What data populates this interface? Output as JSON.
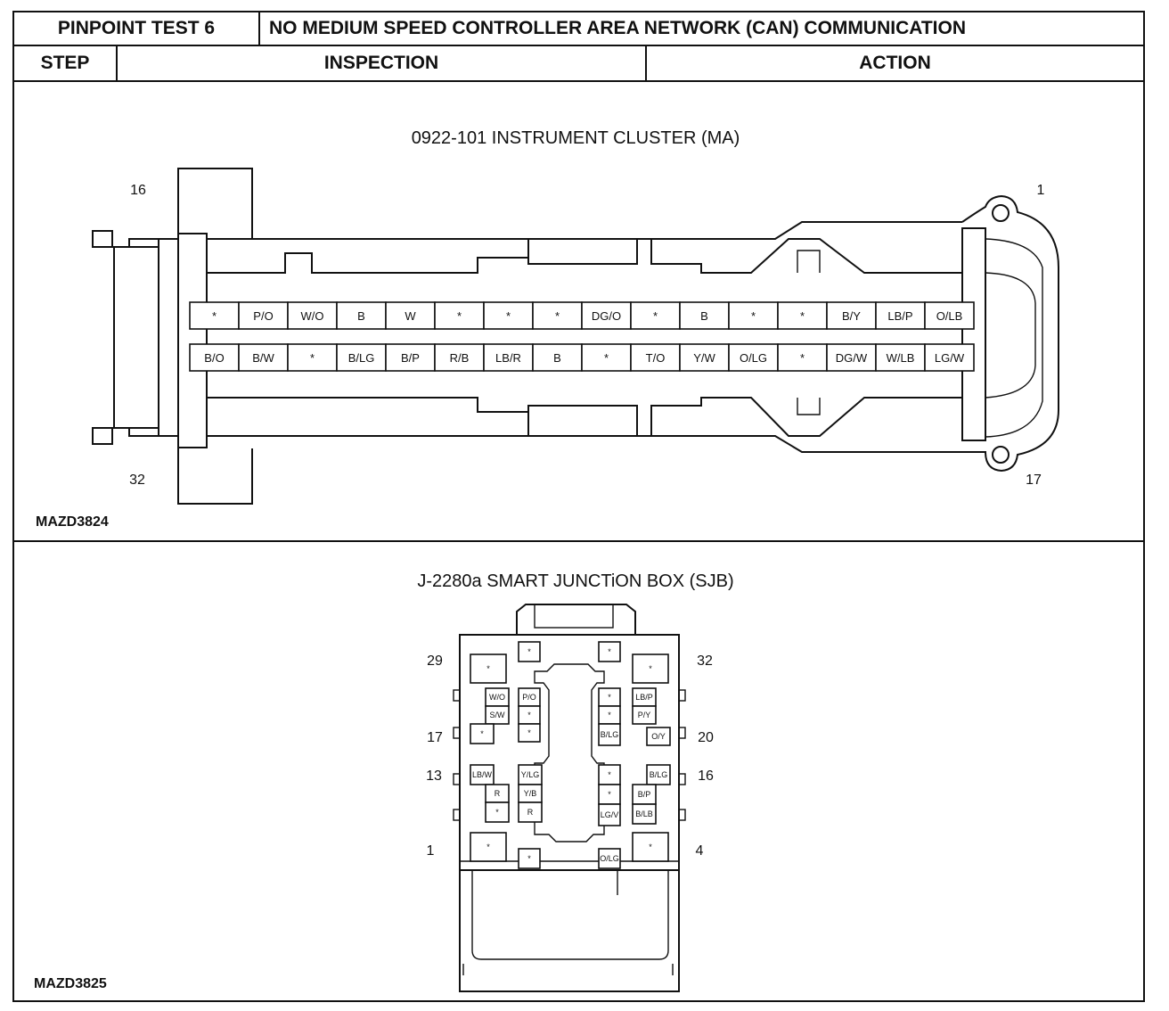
{
  "header": {
    "test_name": "PINPOINT TEST 6",
    "test_title": "NO MEDIUM SPEED CONTROLLER AREA NETWORK (CAN) COMMUNICATION",
    "col_step": "STEP",
    "col_inspection": "INSPECTION",
    "col_action": "ACTION"
  },
  "cluster": {
    "title": "0922-101 INSTRUMENT CLUSTER (MA)",
    "label_top_left": "16",
    "label_top_right": "1",
    "label_bottom_left": "32",
    "label_bottom_right": "17",
    "ref_code": "MAZD3824",
    "row_top": [
      "*",
      "P/O",
      "W/O",
      "B",
      "W",
      "*",
      "*",
      "*",
      "DG/O",
      "*",
      "B",
      "*",
      "*",
      "B/Y",
      "LB/P",
      "O/LB"
    ],
    "row_bottom": [
      "B/O",
      "B/W",
      "*",
      "B/LG",
      "B/P",
      "R/B",
      "LB/R",
      "B",
      "*",
      "T/O",
      "Y/W",
      "O/LG",
      "*",
      "DG/W",
      "W/LB",
      "LG/W"
    ]
  },
  "sjb": {
    "title": "J-2280a SMART JUNCTiON BOX (SJB)",
    "ref_code": "MAZD3825",
    "labels": {
      "l29": "29",
      "l32": "32",
      "l17": "17",
      "l20": "20",
      "l13": "13",
      "l16": "16",
      "l1": "1",
      "l4": "4"
    },
    "pins": [
      "*",
      "*",
      "*",
      "*",
      "W/O",
      "P/O",
      "S/W",
      "*",
      "*",
      "*",
      "*",
      "LB/P",
      "*",
      "P/Y",
      "B/LG",
      "O/Y",
      "LB/W",
      "Y/LG",
      "R",
      "Y/B",
      "*",
      "R",
      "*",
      "B/LG",
      "*",
      "B/P",
      "LG/V",
      "B/LB",
      "*",
      "*",
      "O/LG",
      "*"
    ]
  }
}
